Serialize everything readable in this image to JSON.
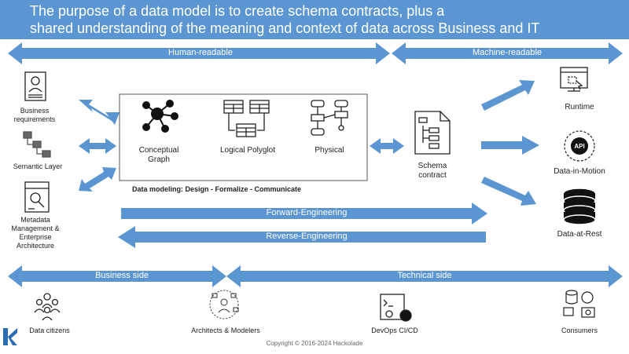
{
  "title": {
    "line1": "The purpose of a data model is to create schema contracts, plus a",
    "line2": "shared understanding of the meaning and context of data across Business and IT"
  },
  "bands": {
    "human_readable": "Human-readable",
    "machine_readable": "Machine-readable",
    "forward_engineering": "Forward-Engineering",
    "reverse_engineering": "Reverse-Engineering",
    "business_side": "Business side",
    "technical_side": "Technical side"
  },
  "sources": {
    "business_requirements": "Business requirements",
    "semantic_layer": "Semantic Layer",
    "metadata_management": "Metadata Management & Enterprise Architecture"
  },
  "models": {
    "conceptual": "Conceptual Graph",
    "logical": "Logical Polyglot",
    "physical": "Physical",
    "caption": "Data modeling: Design - Formalize - Communicate"
  },
  "schema_contract": "Schema contract",
  "targets": {
    "runtime": "Runtime",
    "data_in_motion": "Data-in-Motion",
    "data_at_rest": "Data-at-Rest"
  },
  "roles": {
    "data_citizens": "Data citizens",
    "architects_modelers": "Architects & Modelers",
    "devops": "DevOps CI/CD",
    "consumers": "Consumers"
  },
  "icon_text": {
    "api": "API"
  },
  "copyright": "Copyright © 2016-2024 Hackolade",
  "colors": {
    "title_bg": "#5b96d2",
    "band": "#5b96d2",
    "icon": "#222222"
  }
}
